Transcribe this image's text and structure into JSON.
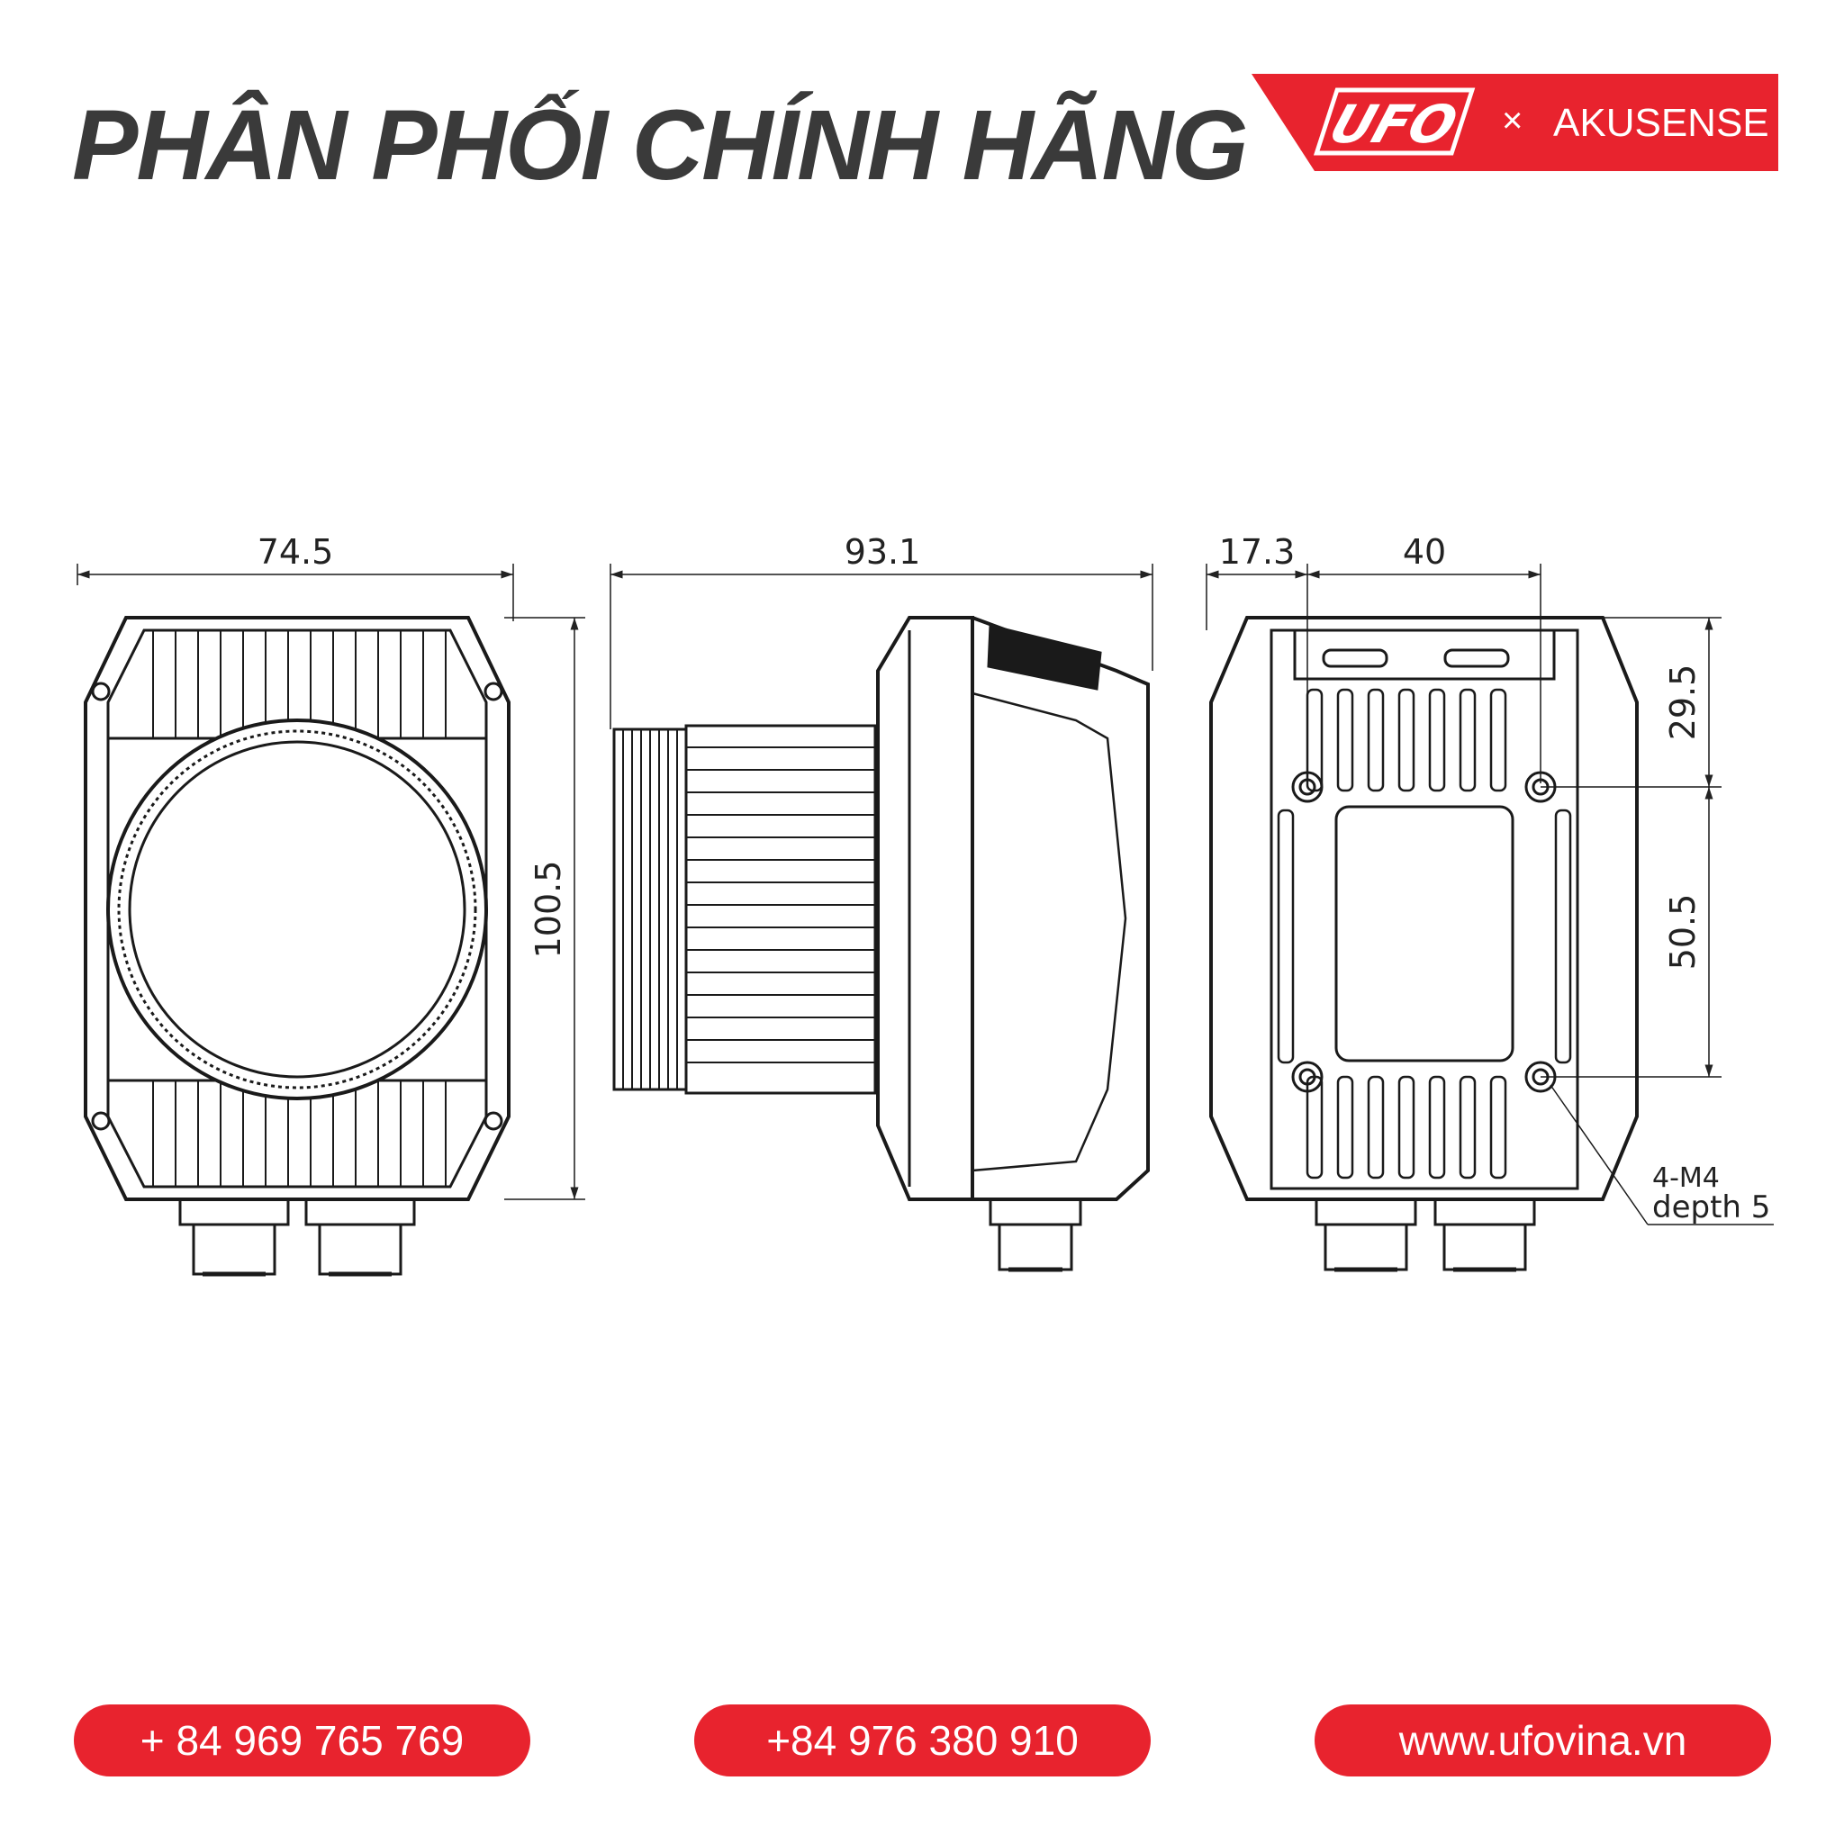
{
  "header": {
    "title": "PHÂN PHỐI CHÍNH HÃNG",
    "brand_logo_text": "UFO",
    "brand_separator": "×",
    "brand_partner": "AKUSENSE",
    "accent_color": "#e8232e"
  },
  "dimensions": {
    "front_width": "74.5",
    "front_height": "100.5",
    "side_length": "93.1",
    "back_offset": "17.3",
    "back_hole_spacing_x": "40",
    "back_top_offset": "29.5",
    "back_hole_spacing_y": "50.5",
    "hole_spec_line1": "4-M4",
    "hole_spec_line2": "depth 5"
  },
  "footer": {
    "phone_1": "+ 84 969 765 769",
    "phone_2": "+84 976 380 910",
    "website": "www.ufovina.vn"
  }
}
